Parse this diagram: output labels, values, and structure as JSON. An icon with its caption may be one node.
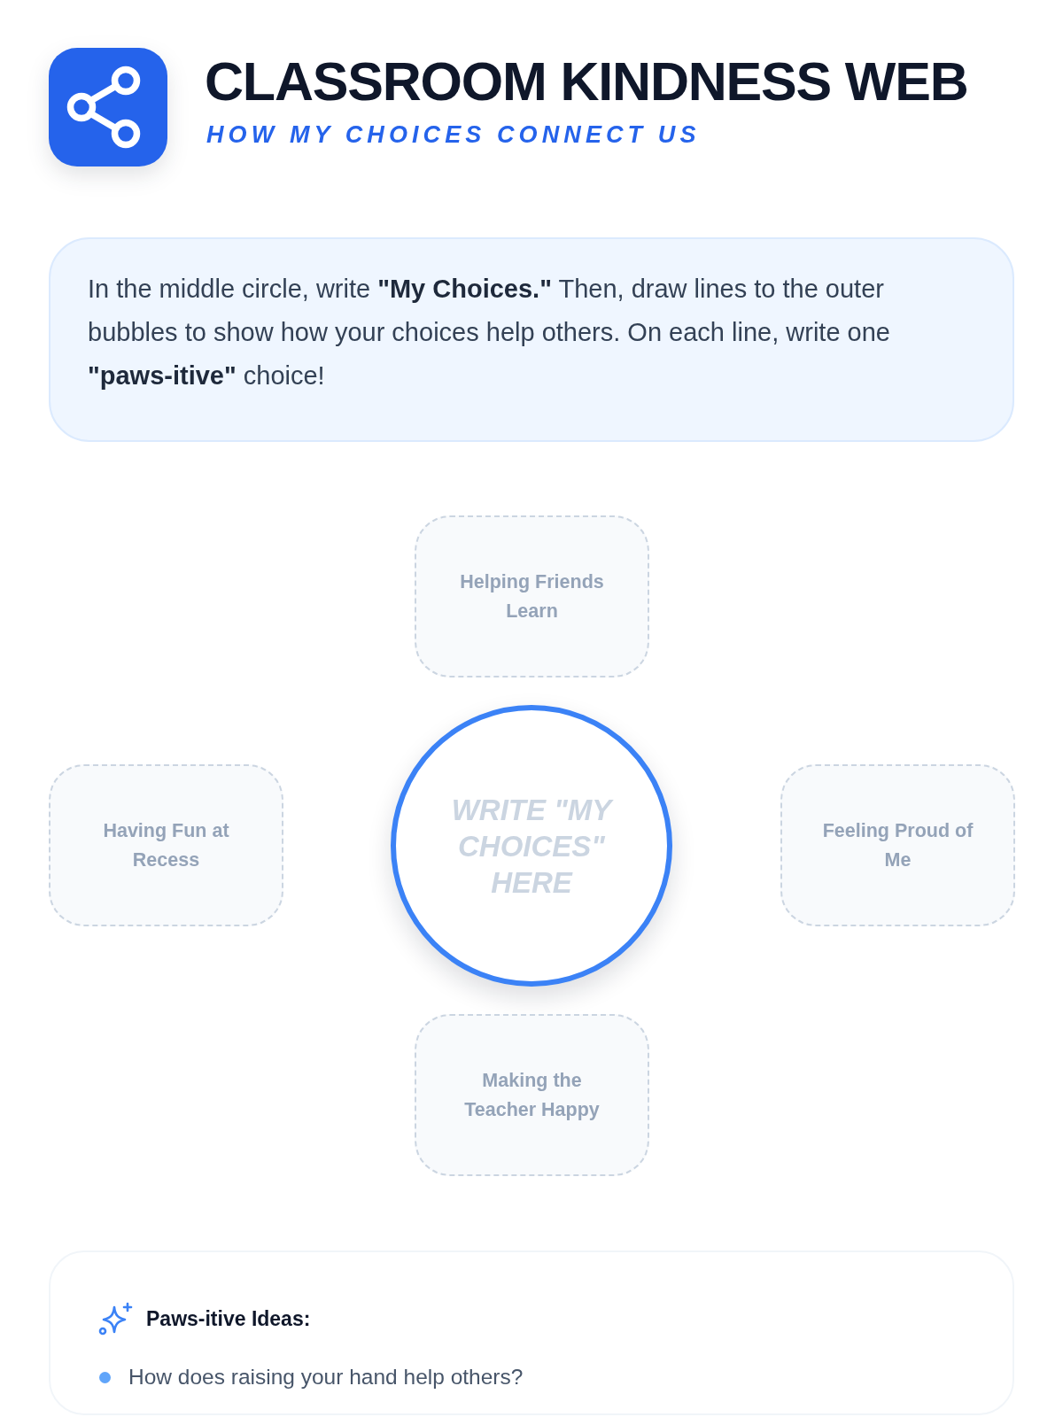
{
  "diagram": {
    "title": "CLASSROOM KINDNESS WEB",
    "nodes": [
      {
        "text": [
          "In the middle circle, write **\"My Choices.\"** Then, draw lines to the outer bubbles to show how your choices help others. On each line, write one **\"paws-itive\"** choice!"
        ]
      },
      {
        "text": [
          "Helping Friends Learn"
        ]
      },
      {
        "text": [
          "Having Fun at Recess"
        ]
      },
      {
        "text": [
          "WRITE \"MY CHOICES\" HERE"
        ]
      },
      {
        "text": [
          "Feeling Proud of Me"
        ]
      },
      {
        "text": [
          "Making the Teacher Happy"
        ]
      },
      {
        "text": [
          "Paws-itive Ideas:",
          "How does raising your hand help others?"
        ]
      }
    ],
    "labels": [
      "HOW MY CHOICES CONNECT US"
    ]
  }
}
